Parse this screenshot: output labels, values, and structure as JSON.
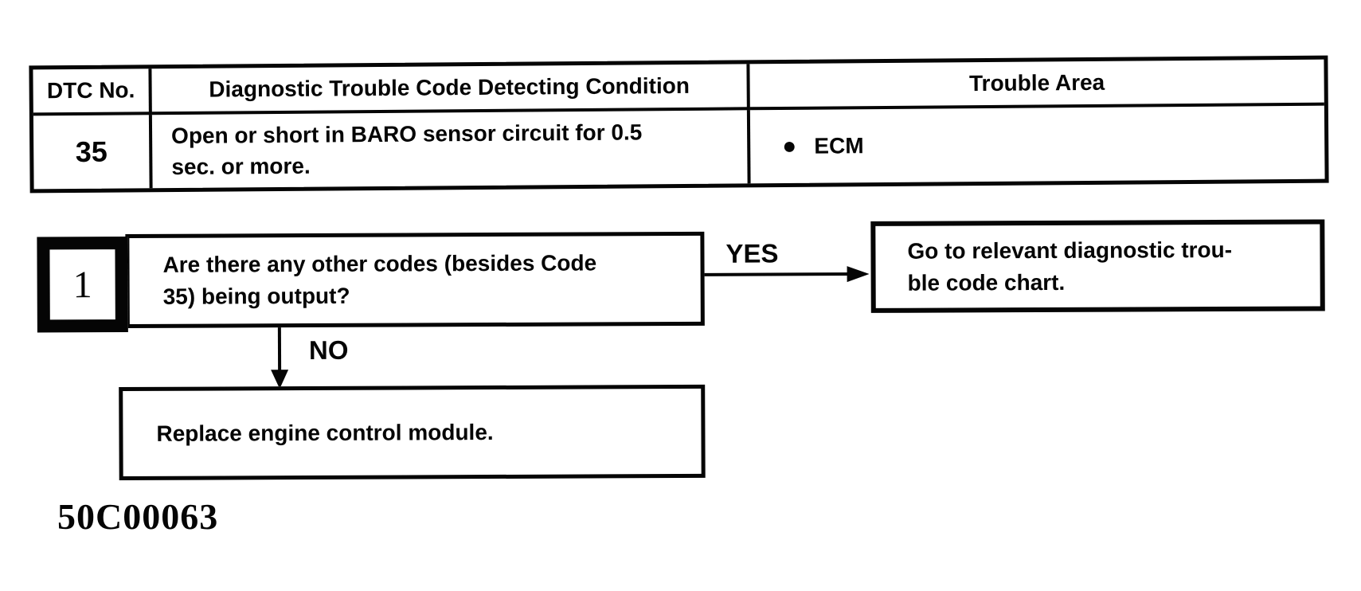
{
  "page": {
    "background_color": "#ffffff",
    "ink_color": "#050505"
  },
  "dtc_table": {
    "headers": [
      "DTC No.",
      "Diagnostic Trouble Code Detecting Condition",
      "Trouble Area"
    ],
    "rows": [
      {
        "dtc_no": "35",
        "condition_lines": [
          "Open or short in BARO sensor circuit for 0.5",
          "sec. or more."
        ],
        "trouble_area_bullet": "●",
        "trouble_area": "ECM"
      }
    ]
  },
  "flowchart": {
    "step1": {
      "number": "1",
      "question_lines": [
        "Are there any other codes (besides Code",
        "35) being output?"
      ]
    },
    "yes_label": "YES",
    "no_label": "NO",
    "yes_result_lines": [
      "Go to relevant diagnostic trou-",
      "ble code chart."
    ],
    "no_result": "Replace engine control module."
  },
  "figure_code": "50C00063"
}
